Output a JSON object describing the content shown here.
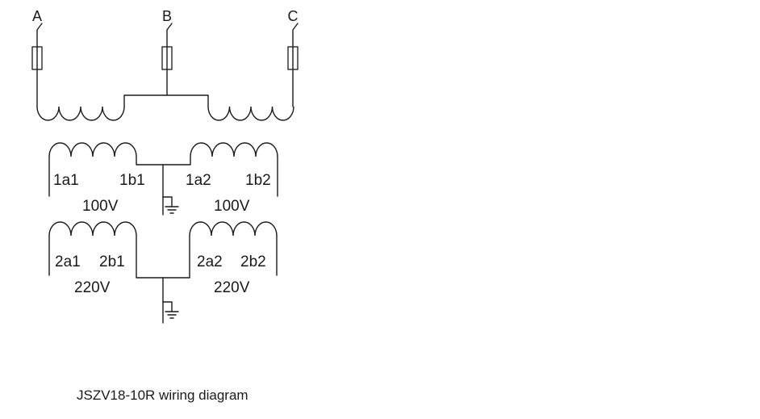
{
  "phases": {
    "a": "A",
    "b": "B",
    "c": "C"
  },
  "secondary1": {
    "left_start": "1a1",
    "left_end": "1b1",
    "right_start": "1a2",
    "right_end": "1b2",
    "left_voltage": "100V",
    "right_voltage": "100V"
  },
  "secondary2": {
    "left_start": "2a1",
    "left_end": "2b1",
    "right_start": "2a2",
    "right_end": "2b2",
    "left_voltage": "220V",
    "right_voltage": "220V"
  },
  "caption": "JSZV18-10R wiring diagram"
}
